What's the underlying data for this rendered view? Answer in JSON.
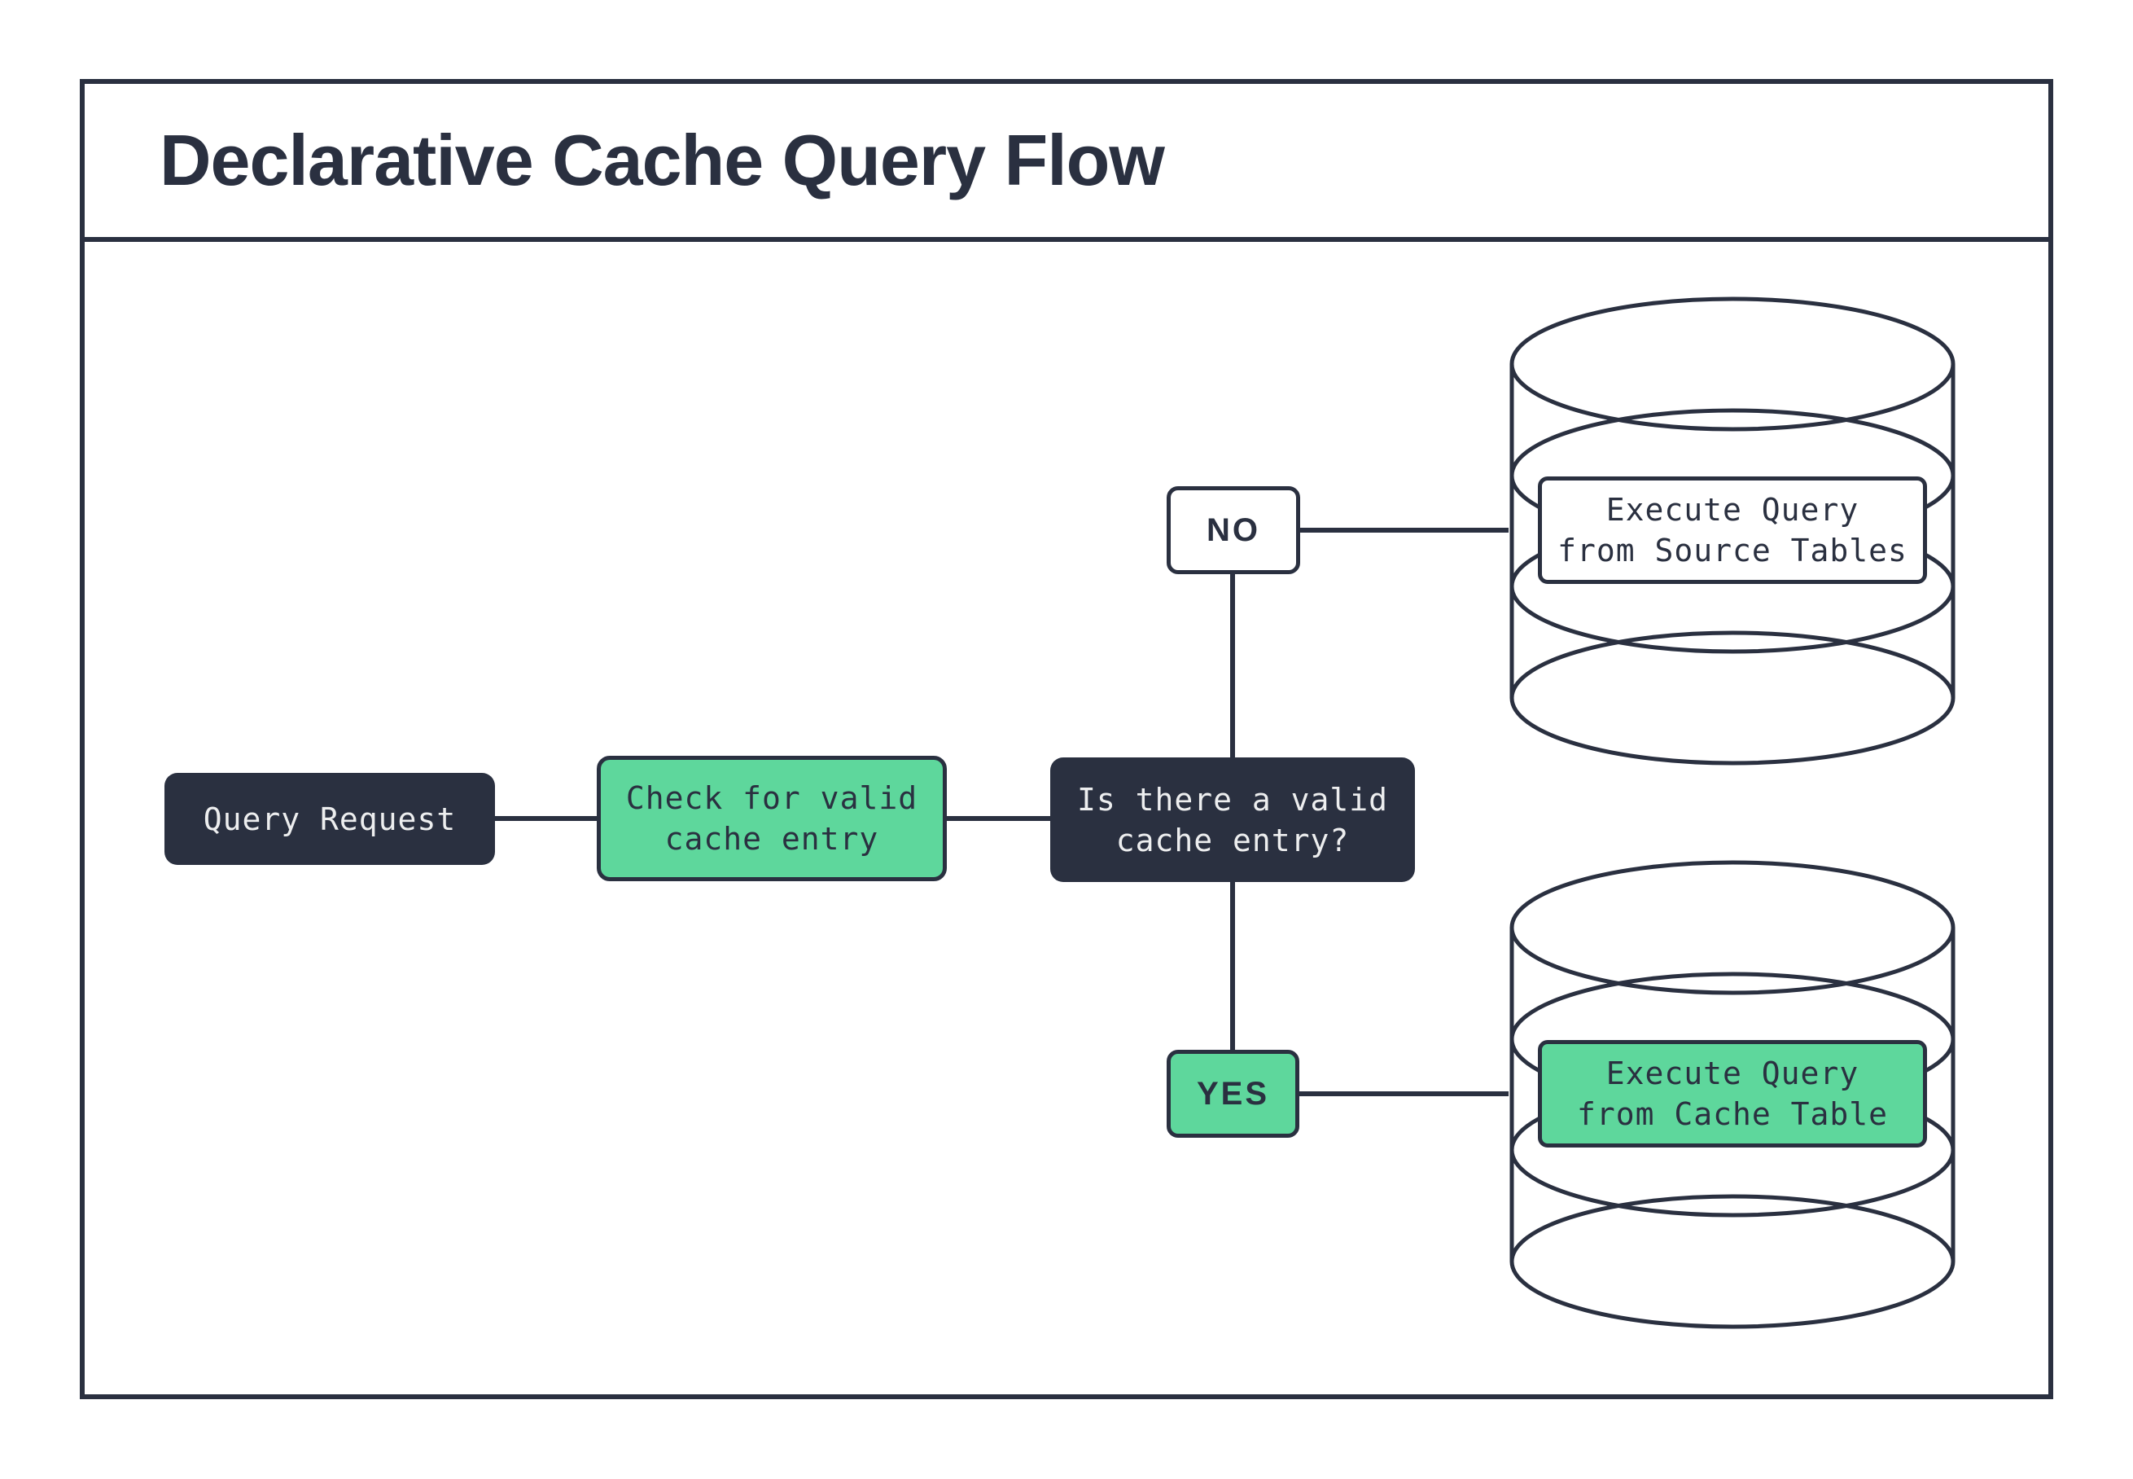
{
  "title": "Declarative Cache Query Flow",
  "colors": {
    "dark": "#2A3040",
    "green": "#5ED79C",
    "light_text": "#EDEEEF",
    "background": "#FFFFFF"
  },
  "nodes": {
    "query_request": {
      "label": "Query Request"
    },
    "check_cache": {
      "lines": [
        "Check for valid",
        "cache entry"
      ]
    },
    "decision": {
      "lines": [
        "Is there a valid",
        "cache entry?"
      ]
    },
    "branch_no": {
      "label": "NO"
    },
    "branch_yes": {
      "label": "YES"
    },
    "source_db": {
      "lines": [
        "Execute Query",
        "from Source Tables"
      ]
    },
    "cache_db": {
      "lines": [
        "Execute Query",
        "from Cache Table"
      ]
    }
  }
}
